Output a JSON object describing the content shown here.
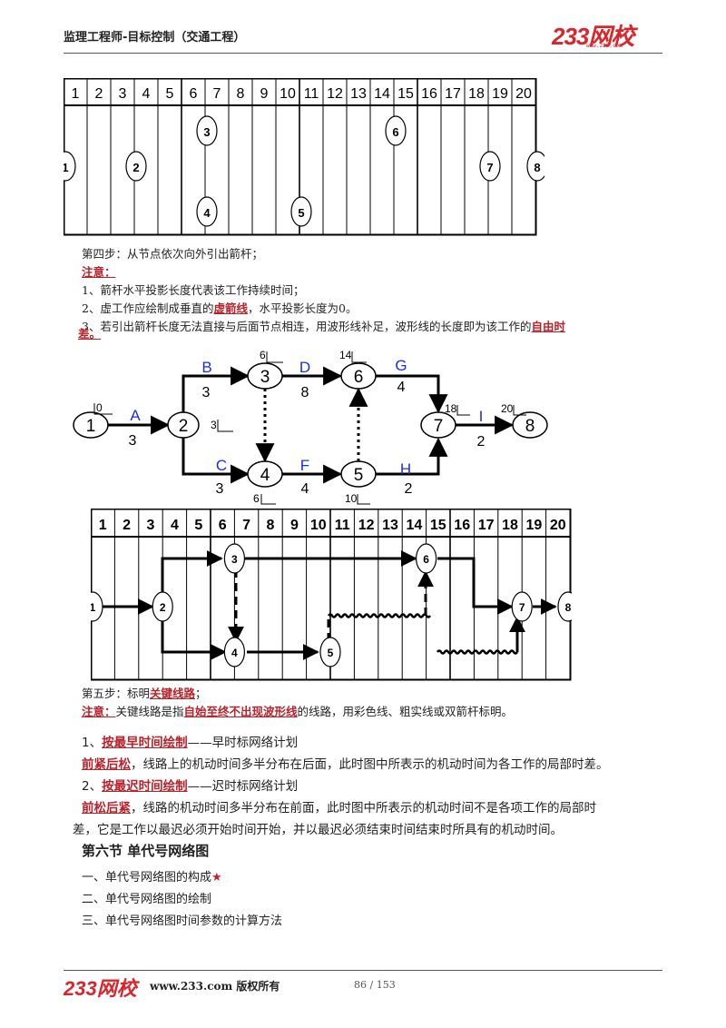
{
  "header": {
    "title": "监理工程师-目标控制（交通工程）",
    "logo": "233网校",
    "logo_sub": "www.233.com"
  },
  "grid_numbers": [
    "1",
    "2",
    "3",
    "4",
    "5",
    "6",
    "7",
    "8",
    "9",
    "10",
    "11",
    "12",
    "13",
    "14",
    "15",
    "16",
    "17",
    "18",
    "19",
    "20"
  ],
  "grid1_nodes": [
    "1",
    "2",
    "3",
    "4",
    "5",
    "6",
    "7",
    "8"
  ],
  "step4": {
    "title": "第四步：从节点依次向外引出箭杆；",
    "note": "注意：",
    "line1": "1、箭杆水平投影长度代表该工作持续时间；",
    "line2_a": "2、虚工作应绘制成垂直的",
    "line2_red": "虚箭线",
    "line2_b": "，水平投影长度为0。",
    "line3_a": "3、若引出箭杆长度无法直接与后面节点相连，用波形线补足，波形线的长度即为该工作的",
    "line3_red1": "自由时",
    "line3_red2": "差。"
  },
  "network": {
    "activities": [
      {
        "name": "A",
        "duration": "3"
      },
      {
        "name": "B",
        "duration": "3"
      },
      {
        "name": "C",
        "duration": "3"
      },
      {
        "name": "D",
        "duration": "8"
      },
      {
        "name": "F",
        "duration": "4"
      },
      {
        "name": "G",
        "duration": "4"
      },
      {
        "name": "H",
        "duration": "2"
      },
      {
        "name": "I",
        "duration": "2"
      }
    ],
    "node_times": {
      "n1": "0",
      "n2": "3",
      "n3": "6",
      "n4": "6",
      "n5": "10",
      "n6": "14",
      "n7": "18",
      "n8": "20"
    }
  },
  "step5": {
    "title_a": "第五步：标明",
    "title_red": "关键线路",
    "title_b": "；",
    "note_red": "注意：",
    "note_a": "关键线路是指",
    "note_red2": "自始至终不出现波形线",
    "note_b": "的线路，用彩色线、粗实线或双箭杆标明。"
  },
  "para": {
    "p1_num": "1、",
    "p1_red": "按最早时间绘制",
    "p1_rest": "——早时标网络计划",
    "p1b_red": "前紧后松",
    "p1b_rest": "，线路上的机动时间多半分布在后面，此时图中所表示的机动时间为各工作的局部时差。",
    "p2_num": "2、",
    "p2_red": "按最迟时间绘制",
    "p2_rest": "——迟时标网络计划",
    "p2b_red": "前松后紧",
    "p2b_rest": "，线路的机动时间多半分布在前面，此时图中所表示的机动时间不是各项工作的局部时",
    "p2c": "差，它是工作以最迟必须开始时间开始，并以最迟必须结束时间结束时所具有的机动时间。"
  },
  "section": {
    "title": "第六节  单代号网络图",
    "item1": "一、单代号网络图的构成",
    "star": "★",
    "item2": "二、单代号网络图的绘制",
    "item3": "三、单代号网络图时间参数的计算方法"
  },
  "footer": {
    "logo": "233网校",
    "copy": "www.233.com  版权所有",
    "page": "86 / 153"
  }
}
